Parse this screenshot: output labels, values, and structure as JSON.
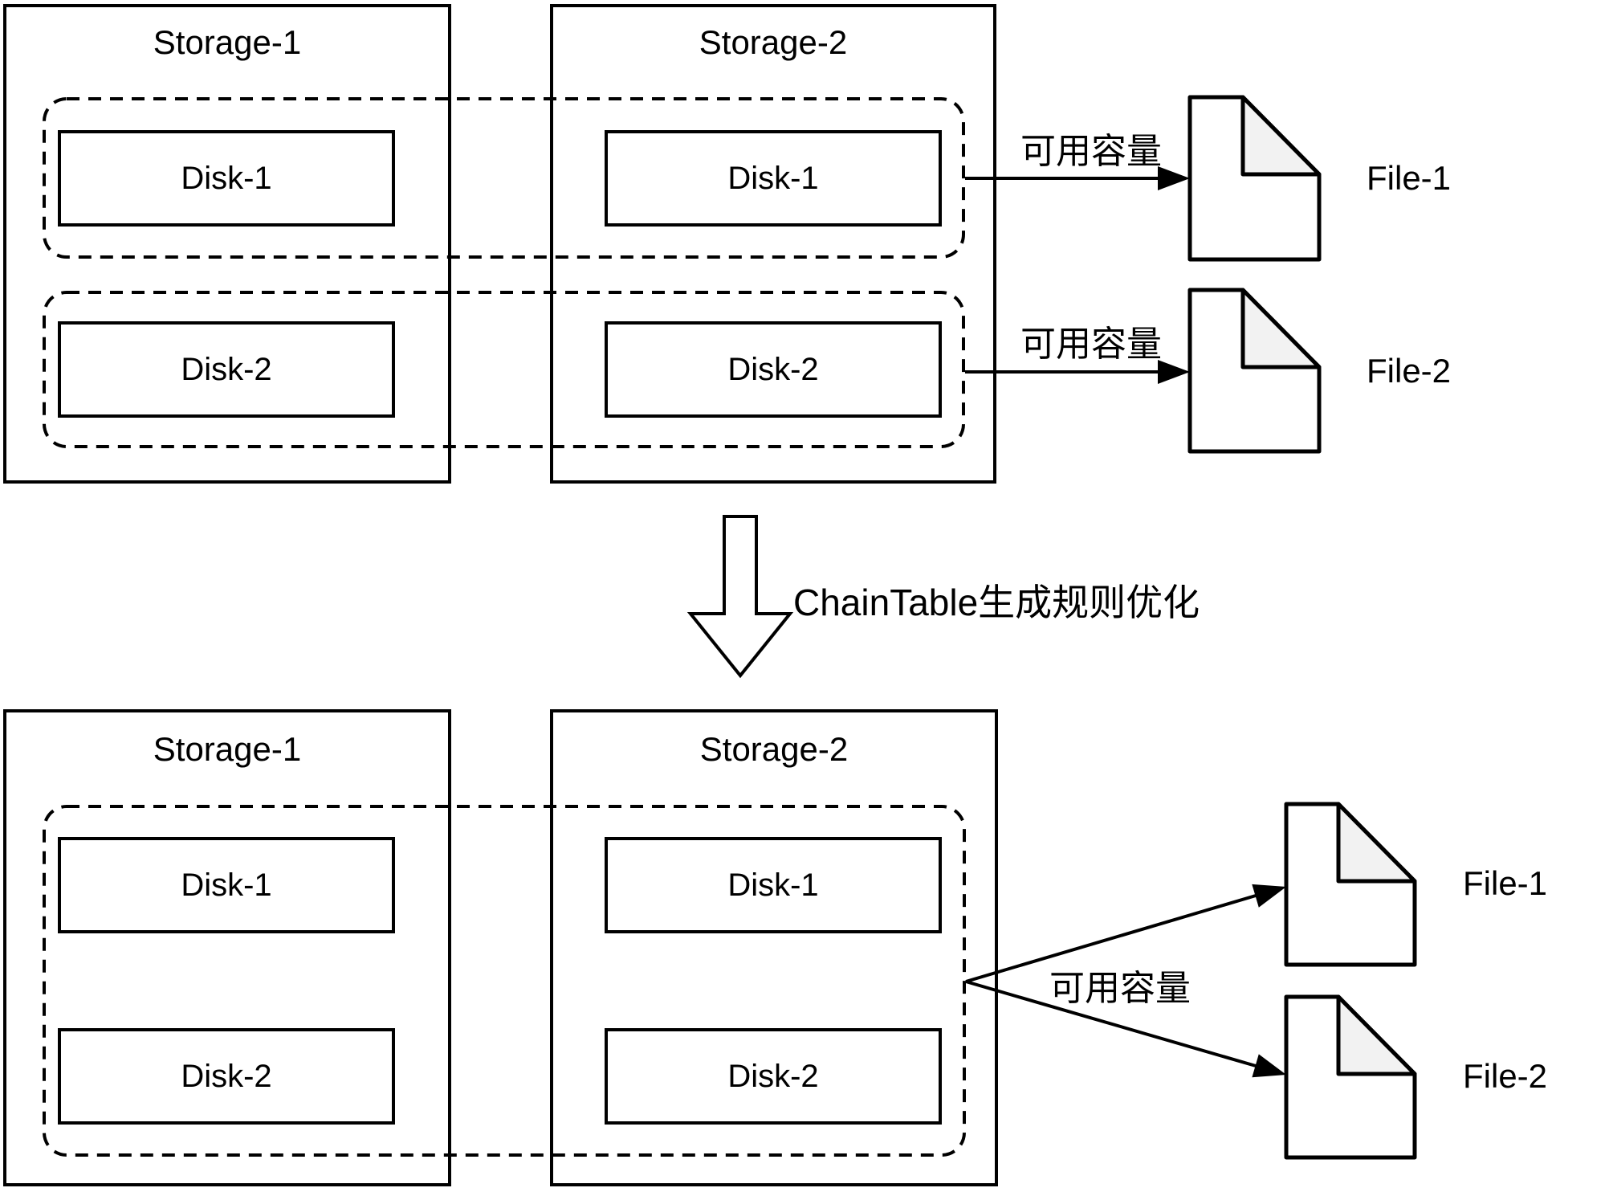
{
  "top": {
    "storages": [
      {
        "title": "Storage-1",
        "disks": [
          "Disk-1",
          "Disk-2"
        ]
      },
      {
        "title": "Storage-2",
        "disks": [
          "Disk-1",
          "Disk-2"
        ]
      }
    ],
    "capacity_labels": [
      "可用容量",
      "可用容量"
    ],
    "files": [
      "File-1",
      "File-2"
    ]
  },
  "transform_label": "ChainTable生成规则优化",
  "bottom": {
    "storages": [
      {
        "title": "Storage-1",
        "disks": [
          "Disk-1",
          "Disk-2"
        ]
      },
      {
        "title": "Storage-2",
        "disks": [
          "Disk-1",
          "Disk-2"
        ]
      }
    ],
    "capacity_label": "可用容量",
    "files": [
      "File-1",
      "File-2"
    ]
  },
  "colors": {
    "line": "#000000",
    "background": "#ffffff",
    "fold_fill": "#f2f2f2"
  }
}
